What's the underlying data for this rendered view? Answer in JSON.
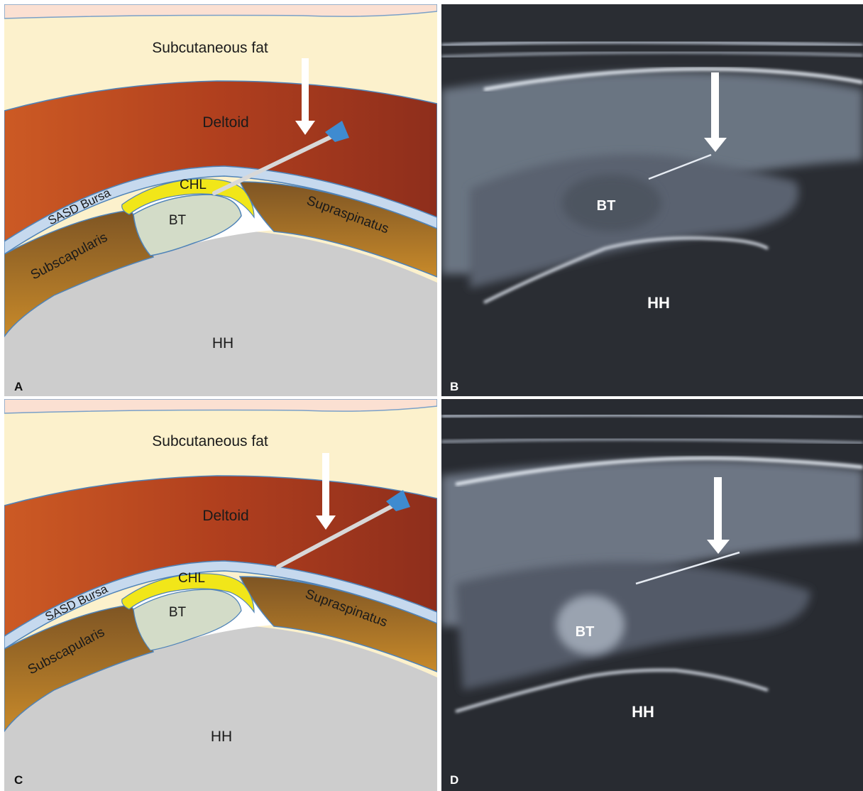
{
  "panels": {
    "a": {
      "letter": "A",
      "labels": {
        "subcutaneous_fat": "Subcutaneous fat",
        "deltoid": "Deltoid",
        "chl": "CHL",
        "sasd_bursa": "SASD Bursa",
        "bt": "BT",
        "supraspinatus": "Supraspinatus",
        "subscapularis": "Subscapularis",
        "hh": "HH"
      }
    },
    "b": {
      "letter": "B",
      "labels": {
        "bt": "BT",
        "hh": "HH"
      }
    },
    "c": {
      "letter": "C",
      "labels": {
        "subcutaneous_fat": "Subcutaneous fat",
        "deltoid": "Deltoid",
        "chl": "CHL",
        "sasd_bursa": "SASD Bursa",
        "bt": "BT",
        "supraspinatus": "Supraspinatus",
        "subscapularis": "Subscapularis",
        "hh": "HH"
      }
    },
    "d": {
      "letter": "D",
      "labels": {
        "bt": "BT",
        "hh": "HH"
      }
    }
  },
  "colors": {
    "skin": "#fbe0d2",
    "fat": "#fcf1cc",
    "deltoid": "#b2401f",
    "bursa": "#c6d9ee",
    "bursa_edge": "#4f83b8",
    "chl": "#f1e619",
    "bt": "#d3dcc8",
    "tendon": "#9a6b2a",
    "humeral_head": "#cdcdcd",
    "needle": "#d8d8d8",
    "needle_hub": "#3f8bd0",
    "arrow": "#ffffff"
  }
}
